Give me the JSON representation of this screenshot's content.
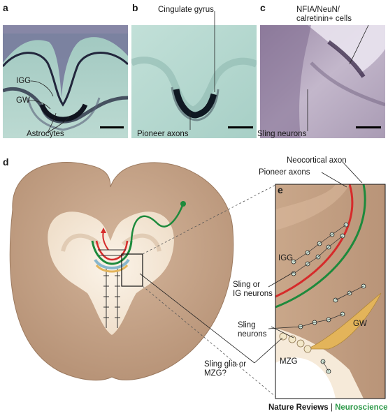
{
  "panels": {
    "a": {
      "letter": "a",
      "labels": {
        "igg": "IGG",
        "gw": "GW",
        "astrocytes": "Astrocytes"
      }
    },
    "b": {
      "letter": "b",
      "labels": {
        "cingulate": "Cingulate gyrus",
        "pioneer": "Pioneer axons"
      }
    },
    "c": {
      "letter": "c",
      "labels": {
        "nfia_line1": "NFIA/NeuN/",
        "nfia_line2": "calretinin+ cells",
        "sling": "Sling neurons"
      }
    },
    "d": {
      "letter": "d",
      "labels": {
        "neocortical": "Neocortical  axon",
        "pioneer": "Pioneer axons",
        "sling_ig_1": "Sling or",
        "sling_ig_2": "IG neurons",
        "sling_neurons_1": "Sling",
        "sling_neurons_2": "neurons",
        "sling_glia_1": "Sling glia or",
        "sling_glia_2": "MZG?"
      }
    },
    "e": {
      "letter": "e",
      "labels": {
        "igg": "IGG",
        "gw": "GW",
        "mzg": "MZG"
      }
    }
  },
  "footer": {
    "journal": "Nature Reviews",
    "separator": "|",
    "subject": "Neuroscience"
  },
  "colors": {
    "tissue_green": "#a9cfc7",
    "tissue_dark": "#1e2a3a",
    "tissue_purple": "#b8a9c4",
    "brain_outer": "#c9a88c",
    "brain_inner": "#f6eadb",
    "pioneer_red": "#d62b2b",
    "neocortical_green": "#1d8a3c",
    "glia_yellow": "#e3b45a"
  }
}
